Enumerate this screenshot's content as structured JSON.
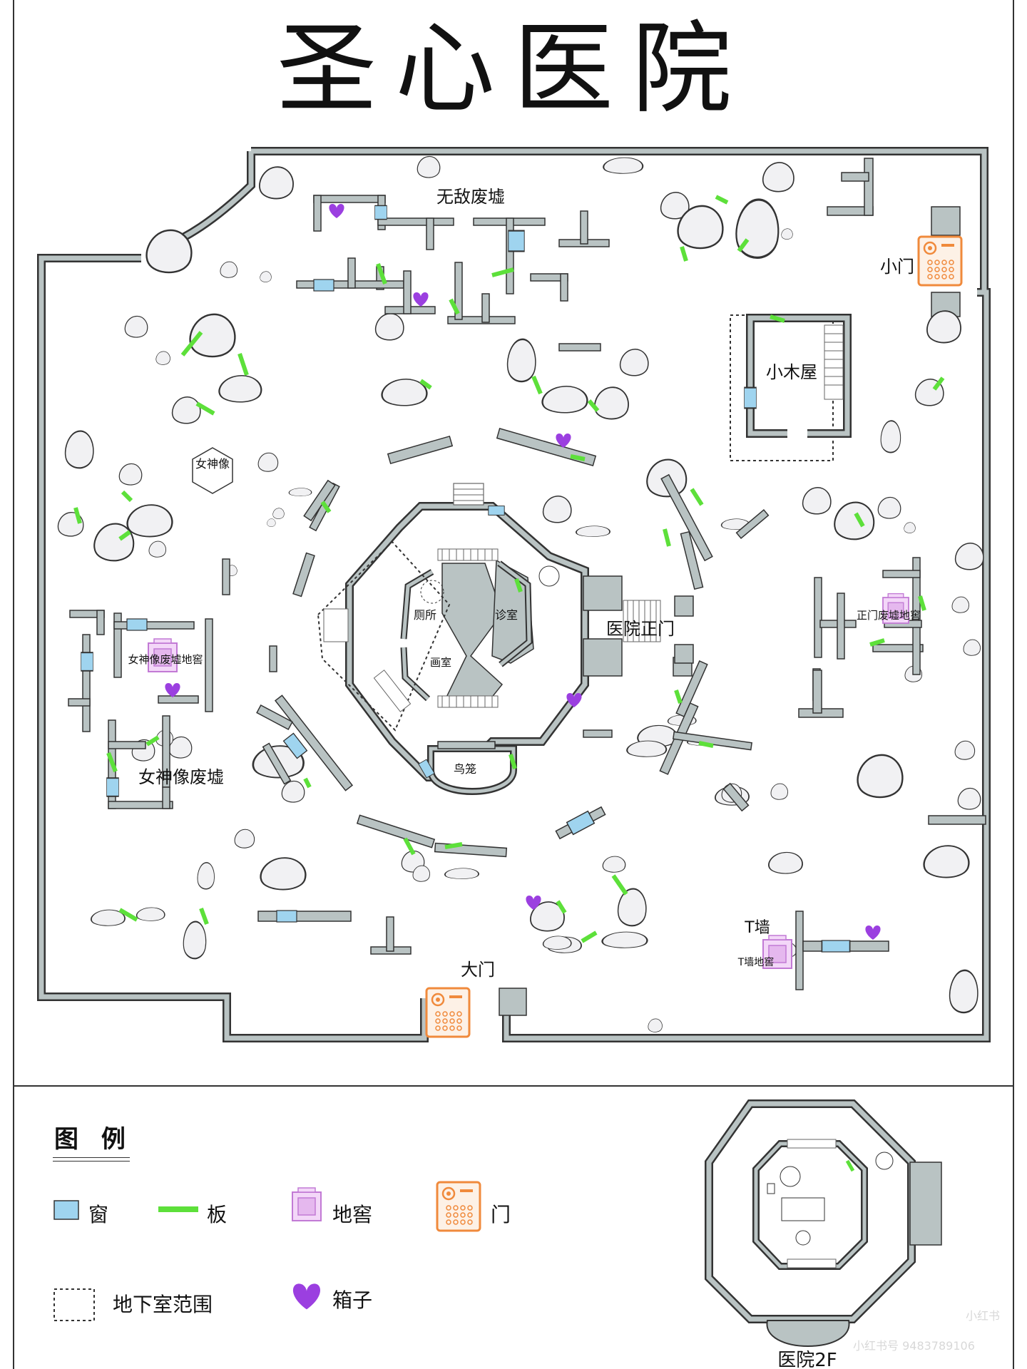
{
  "title": "圣心医院",
  "areas": {
    "invincible_ruins": "无敌废墟",
    "small_gate": "小门",
    "cabin": "小木屋",
    "goddess_statue": "女神像",
    "toilet": "厕所",
    "clinic": "诊室",
    "studio": "画室",
    "birdcage": "鸟笼",
    "main_gate_hospital": "医院正门",
    "main_gate_ruins_cellar": "正门废墟地窖",
    "goddess_ruins_cellar": "女神像废墟地窖",
    "goddess_ruins": "女神像废墟",
    "t_wall": "T墙",
    "t_wall_cellar": "T墙地窖",
    "big_gate": "大门"
  },
  "legend": {
    "title": "图 例",
    "window": "窗",
    "board": "板",
    "cellar": "地窖",
    "door": "门",
    "basement": "地下室范围",
    "box": "箱子"
  },
  "inset": {
    "caption": "医院2F"
  },
  "watermark": {
    "brand": "小红书",
    "id": "小红书号 9483789106"
  },
  "colors": {
    "wall": "#b9c3c3",
    "wall_stroke": "#333333",
    "window": "#9fd4ef",
    "board": "#5de03a",
    "cellar": "#d9a6e3",
    "door": "#f08a3c",
    "box": "#9b3fe0",
    "rock": "#f1f1f3"
  }
}
